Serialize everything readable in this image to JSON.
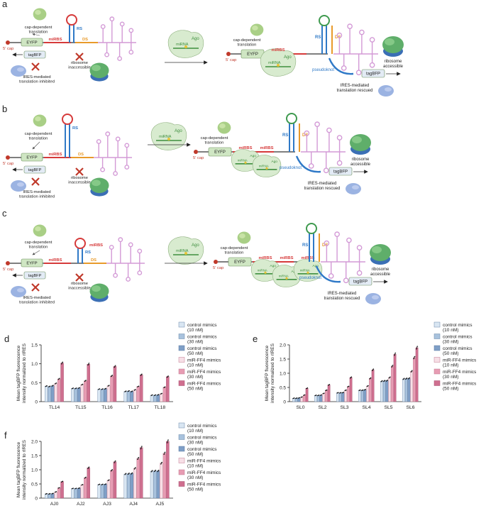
{
  "colors": {
    "control_light": "#d9e6f2",
    "control_mid": "#a8c2dd",
    "control_dark": "#7f9fc7",
    "mirna_light": "#f7dfe6",
    "mirna_mid": "#e79cb3",
    "mirna_dark": "#cf6f8f",
    "miRBS": "#d63a3a",
    "RS": "#2f79c7",
    "DS": "#e89a2a",
    "ires": "#d39ad6",
    "ago": "#d8ebcf",
    "eyfp": "#cfe6c3",
    "tagbfp": "#e3ebf5"
  },
  "panels": {
    "a": {
      "letter": "a",
      "left": {
        "cap_dep": [
          "cap-dependent",
          "translation"
        ],
        "eyfp": "EYFP",
        "cap": "5' cap",
        "mirbs": "miRBS",
        "rs": "RS",
        "ds": "DS",
        "tagbfp": "tagBFP",
        "ribosome_inacc": [
          "ribosome",
          "inaccessible"
        ],
        "ires_inhibited": [
          "IRES-mediated",
          "translation inhibited"
        ]
      },
      "ago": {
        "label": "Ago",
        "mirna": "miRNA"
      },
      "right": {
        "cap_dep": [
          "cap-dependent",
          "translation"
        ],
        "eyfp": "EYFP",
        "cap": "5' cap",
        "mirbs": "miRBS",
        "mirna": "miRNA",
        "ago": "Ago",
        "rs": "RS",
        "ds": "DS",
        "pseudoknot": "pseudoknot",
        "ribosome_acc": [
          "ribosome",
          "accessible"
        ],
        "tagbfp": "tagBFP",
        "ires_rescued": [
          "IRES-mediated",
          "translation rescued"
        ]
      }
    },
    "b": {
      "letter": "b",
      "left": {
        "cap_dep": [
          "cap-dependent",
          "translation"
        ],
        "eyfp": "EYFP",
        "cap": "5' cap",
        "mirbs": "miRBS",
        "rs": "RS",
        "ds": "DS",
        "tagbfp": "tagBFP",
        "ribosome_inacc": [
          "ribosome",
          "inaccessible"
        ],
        "ires_inhibited": [
          "IRES-mediated",
          "translation inhibited"
        ]
      },
      "ago": {
        "label": "Ago",
        "mirna": "miRNA"
      },
      "right": {
        "cap_dep": [
          "cap-dependent",
          "translation"
        ],
        "eyfp": "EYFP",
        "cap": "5' cap",
        "mirbs1": "miRBS",
        "mirbs2": "miRBS",
        "mirna1": "miRNA",
        "mirna2": "miRNA",
        "ago1": "Ago",
        "ago2": "Ago",
        "rs": "RS",
        "ds": "DS",
        "pseudoknot": "pseudoknot",
        "ribosome_acc": [
          "ribosome",
          "accessible"
        ],
        "tagbfp": "tagBFP",
        "ires_rescued": [
          "IRES-mediated",
          "translation rescued"
        ]
      }
    },
    "c": {
      "letter": "c",
      "left": {
        "cap_dep": [
          "cap-dependent",
          "translation"
        ],
        "eyfp": "EYFP",
        "cap": "5' cap",
        "mirbs1": "miRBS",
        "mirbs2": "miRBS",
        "rs": "RS",
        "ds": "DS",
        "tagbfp": "tagBFP",
        "ribosome_inacc": [
          "ribosome",
          "inaccessible"
        ],
        "ires_inhibited": [
          "IRES-mediated",
          "translation inhibited"
        ]
      },
      "ago": {
        "label": "Ago",
        "mirna": "miRNA"
      },
      "right": {
        "cap_dep": [
          "cap-dependent",
          "translation"
        ],
        "eyfp": "EYFP",
        "cap": "5' cap",
        "mirbs1": "miRBS",
        "mirbs2": "miRBS",
        "mirbs3": "miRBS",
        "mirna1": "miRNA",
        "mirna2": "miRNA",
        "mirna3": "miRNA",
        "ago1": "Ago",
        "ago2": "Ago",
        "ago3": "Ago",
        "rs": "RS",
        "ds": "DS",
        "pseudoknot": "pseudoknot",
        "ribosome_acc": [
          "ribosome",
          "accessible"
        ],
        "tagbfp": "tagBFP",
        "ires_rescued": [
          "IRES-mediated",
          "translation rescued"
        ]
      }
    }
  },
  "chart_data": [
    {
      "panel": "d",
      "type": "bar",
      "ylabel": [
        "Mean tagBFP fluorescence",
        "intensity normalized to rIRES"
      ],
      "ylim": [
        0,
        1.5
      ],
      "yticks": [
        "0",
        "0.5",
        "1.0",
        "1.5"
      ],
      "categories": [
        "TL14",
        "TL15",
        "TL16",
        "TL17",
        "TL18"
      ],
      "series": [
        {
          "name": "control mimics (10 nM)",
          "values": [
            0.41,
            0.35,
            0.33,
            0.27,
            0.17
          ]
        },
        {
          "name": "control mimics (30 nM)",
          "values": [
            0.4,
            0.35,
            0.33,
            0.28,
            0.17
          ]
        },
        {
          "name": "control mimics (50 nM)",
          "values": [
            0.42,
            0.36,
            0.34,
            0.27,
            0.18
          ]
        },
        {
          "name": "miR-FF4 mimics (10 nM)",
          "values": [
            0.48,
            0.45,
            0.42,
            0.31,
            0.21
          ]
        },
        {
          "name": "miR-FF4 mimics (30 nM)",
          "values": [
            0.6,
            0.55,
            0.68,
            0.4,
            0.38
          ]
        },
        {
          "name": "miR-FF4 mimics (50 nM)",
          "values": [
            1.02,
            0.99,
            0.93,
            0.71,
            0.66
          ]
        }
      ]
    },
    {
      "panel": "e",
      "type": "bar",
      "ylabel": [
        "Mean tagBFP fluorescence",
        "intensity normalized to rIRES"
      ],
      "ylim": [
        0,
        2.0
      ],
      "yticks": [
        "0",
        "0.5",
        "1.0",
        "1.5",
        "2.0"
      ],
      "categories": [
        "SL0",
        "SL2",
        "SL3",
        "SL4",
        "SL5",
        "SL6"
      ],
      "series": [
        {
          "name": "control mimics (10 nM)",
          "values": [
            0.12,
            0.22,
            0.31,
            0.4,
            0.72,
            0.8
          ]
        },
        {
          "name": "control mimics (30 nM)",
          "values": [
            0.12,
            0.22,
            0.31,
            0.4,
            0.73,
            0.81
          ]
        },
        {
          "name": "control mimics (50 nM)",
          "values": [
            0.13,
            0.23,
            0.32,
            0.42,
            0.74,
            0.82
          ]
        },
        {
          "name": "miR-FF4 mimics (10 nM)",
          "values": [
            0.16,
            0.29,
            0.4,
            0.55,
            0.85,
            1.07
          ]
        },
        {
          "name": "miR-FF4 mimics (30 nM)",
          "values": [
            0.23,
            0.4,
            0.53,
            0.82,
            1.25,
            1.55
          ]
        },
        {
          "name": "miR-FF4 mimics (50 nM)",
          "values": [
            0.47,
            0.59,
            0.85,
            1.12,
            1.67,
            1.9
          ]
        }
      ]
    },
    {
      "panel": "f",
      "type": "bar",
      "ylabel": [
        "Mean tagBFP fluorescence",
        "intensity normalized to rIRES"
      ],
      "ylim": [
        0,
        2.0
      ],
      "yticks": [
        "0",
        "0.5",
        "1.0",
        "1.5",
        "2.0"
      ],
      "categories": [
        "AJ0",
        "AJ2",
        "AJ3",
        "AJ4",
        "AJ5"
      ],
      "series": [
        {
          "name": "control mimics (10 nM)",
          "values": [
            0.15,
            0.34,
            0.48,
            0.85,
            0.95
          ]
        },
        {
          "name": "control mimics (30 nM)",
          "values": [
            0.15,
            0.34,
            0.48,
            0.86,
            0.96
          ]
        },
        {
          "name": "control mimics (50 nM)",
          "values": [
            0.16,
            0.35,
            0.49,
            0.87,
            0.96
          ]
        },
        {
          "name": "miR-FF4 mimics (10 nM)",
          "values": [
            0.22,
            0.47,
            0.63,
            1.05,
            1.23
          ]
        },
        {
          "name": "miR-FF4 mimics (30 nM)",
          "values": [
            0.36,
            0.72,
            0.98,
            1.4,
            1.58
          ]
        },
        {
          "name": "miR-FF4 mimics (50 nM)",
          "values": [
            0.58,
            1.07,
            1.28,
            1.78,
            2.0
          ]
        }
      ]
    }
  ],
  "legend": [
    [
      "control mimics",
      "(10 nM)"
    ],
    [
      "control mimics",
      "(30 nM)"
    ],
    [
      "control mimics",
      "(50 nM)"
    ],
    [
      "miR-FF4 mimics",
      "(10 nM)"
    ],
    [
      "miR-FF4 mimics",
      "(30 nM)"
    ],
    [
      "miR-FF4 mimics",
      "(50 nM)"
    ]
  ],
  "panel_letters": {
    "d": "d",
    "e": "e",
    "f": "f"
  }
}
